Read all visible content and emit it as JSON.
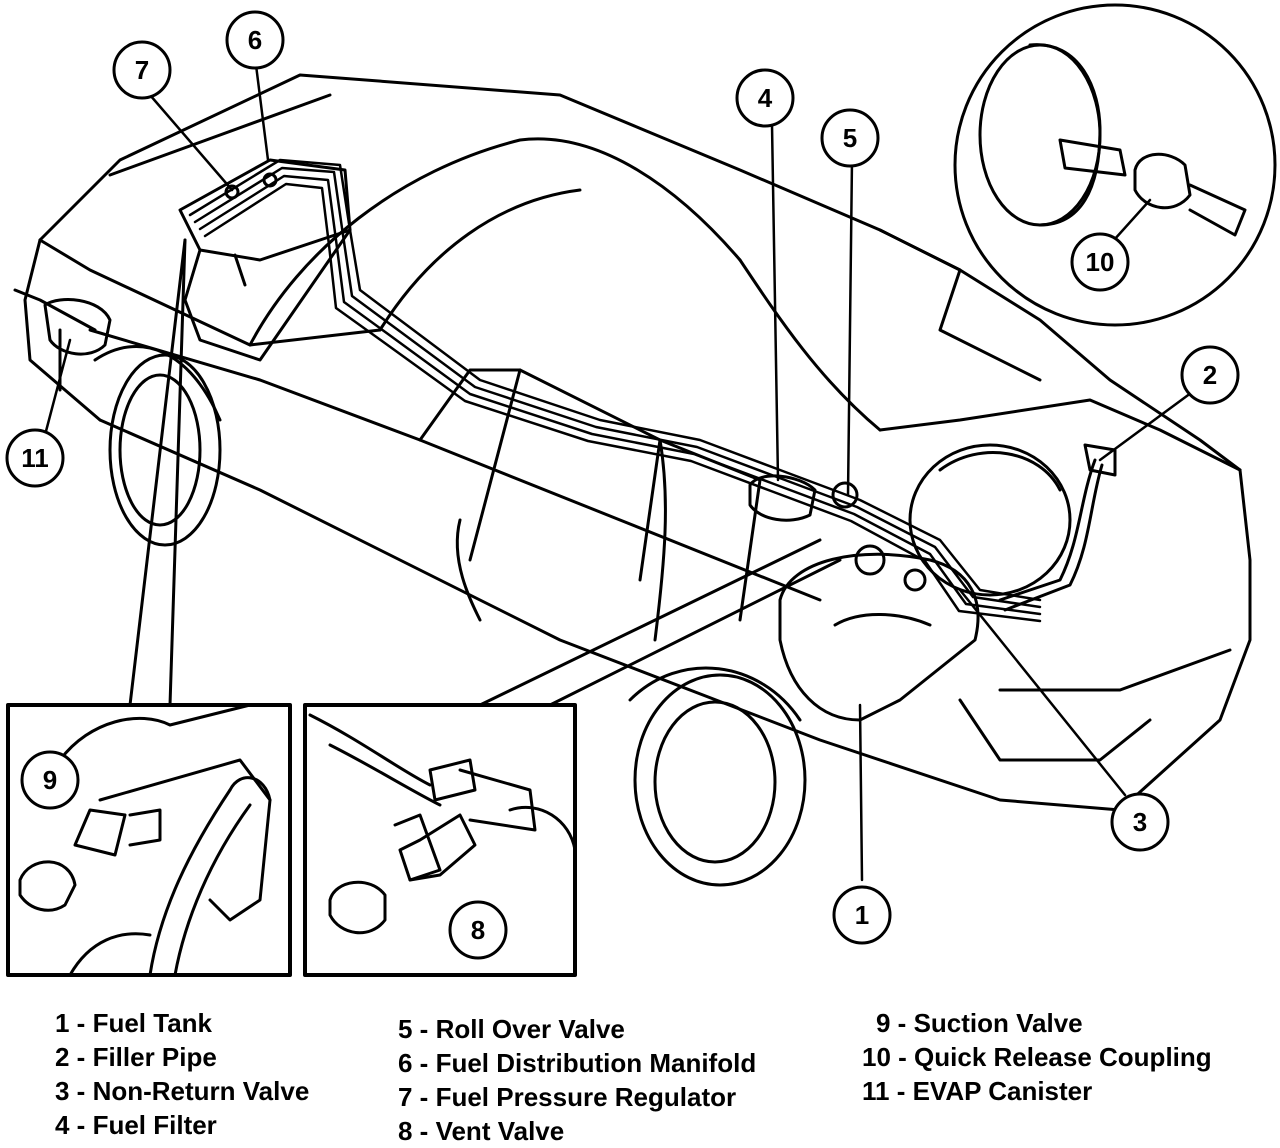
{
  "callouts": [
    {
      "num": "1"
    },
    {
      "num": "2"
    },
    {
      "num": "3"
    },
    {
      "num": "4"
    },
    {
      "num": "5"
    },
    {
      "num": "6"
    },
    {
      "num": "7"
    },
    {
      "num": "8"
    },
    {
      "num": "9"
    },
    {
      "num": "10"
    },
    {
      "num": "11"
    }
  ],
  "legend": {
    "column1": [
      "1 - Fuel Tank",
      "2 - Filler Pipe",
      "3 - Non-Return Valve",
      "4 - Fuel Filter"
    ],
    "column2": [
      "5 - Roll Over Valve",
      "6 - Fuel Distribution Manifold",
      "7 - Fuel Pressure Regulator",
      "8 - Vent Valve"
    ],
    "column3": [
      "9 - Suction Valve",
      "10 - Quick Release Coupling",
      "11 - EVAP Canister"
    ]
  }
}
